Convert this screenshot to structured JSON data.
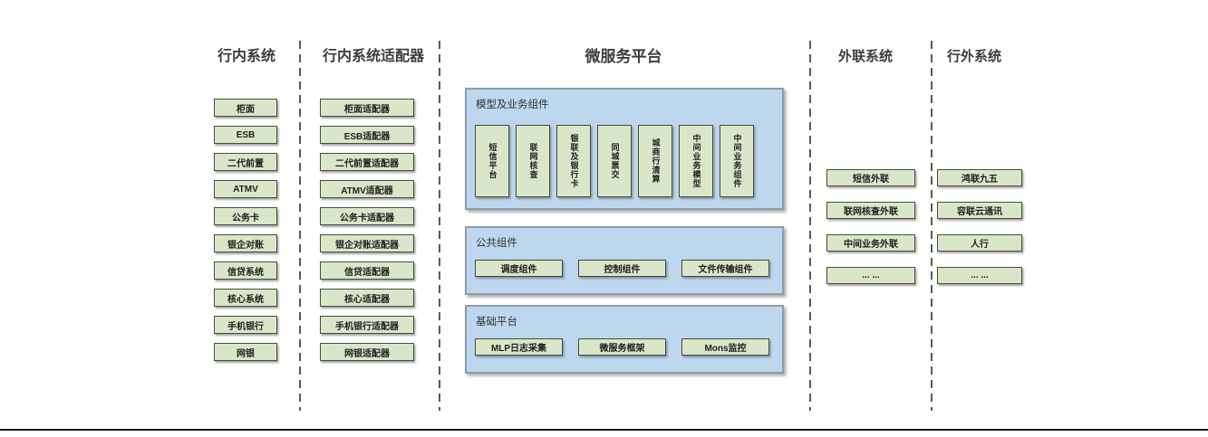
{
  "columns": {
    "inbank": {
      "title": "行内系统",
      "items": [
        "柜面",
        "ESB",
        "二代前置",
        "ATMV",
        "公务卡",
        "银企对账",
        "信贷系统",
        "核心系统",
        "手机银行",
        "网银"
      ]
    },
    "adapters": {
      "title": "行内系统适配器",
      "items": [
        "柜面适配器",
        "ESB适配器",
        "二代前置适配器",
        "ATMV适配器",
        "公务卡适配器",
        "银企对账适配器",
        "信贷适配器",
        "核心适配器",
        "手机银行适配器",
        "网银适配器"
      ]
    },
    "external_link": {
      "title": "外联系统",
      "items": [
        "短信外联",
        "联网核查外联",
        "中间业务外联",
        "... ..."
      ]
    },
    "outbank": {
      "title": "行外系统",
      "items": [
        "鸿联九五",
        "容联云通讯",
        "人行",
        "... ..."
      ]
    }
  },
  "platform": {
    "title": "微服务平台",
    "model_section": {
      "title": "模型及业务组件",
      "items": [
        "短信平台",
        "联网核查",
        "银联及银行卡",
        "同城票交",
        "城商行清算",
        "中间业务模型",
        "中间业务组件"
      ]
    },
    "common_section": {
      "title": "公共组件",
      "items": [
        "调度组件",
        "控制组件",
        "文件传输组件"
      ]
    },
    "base_section": {
      "title": "基础平台",
      "items": [
        "MLP日志采集",
        "微服务框架",
        "Mons监控"
      ]
    }
  },
  "colors": {
    "green_box_fill": "#d9e6c8",
    "blue_panel_fill": "#bdd7ee"
  }
}
